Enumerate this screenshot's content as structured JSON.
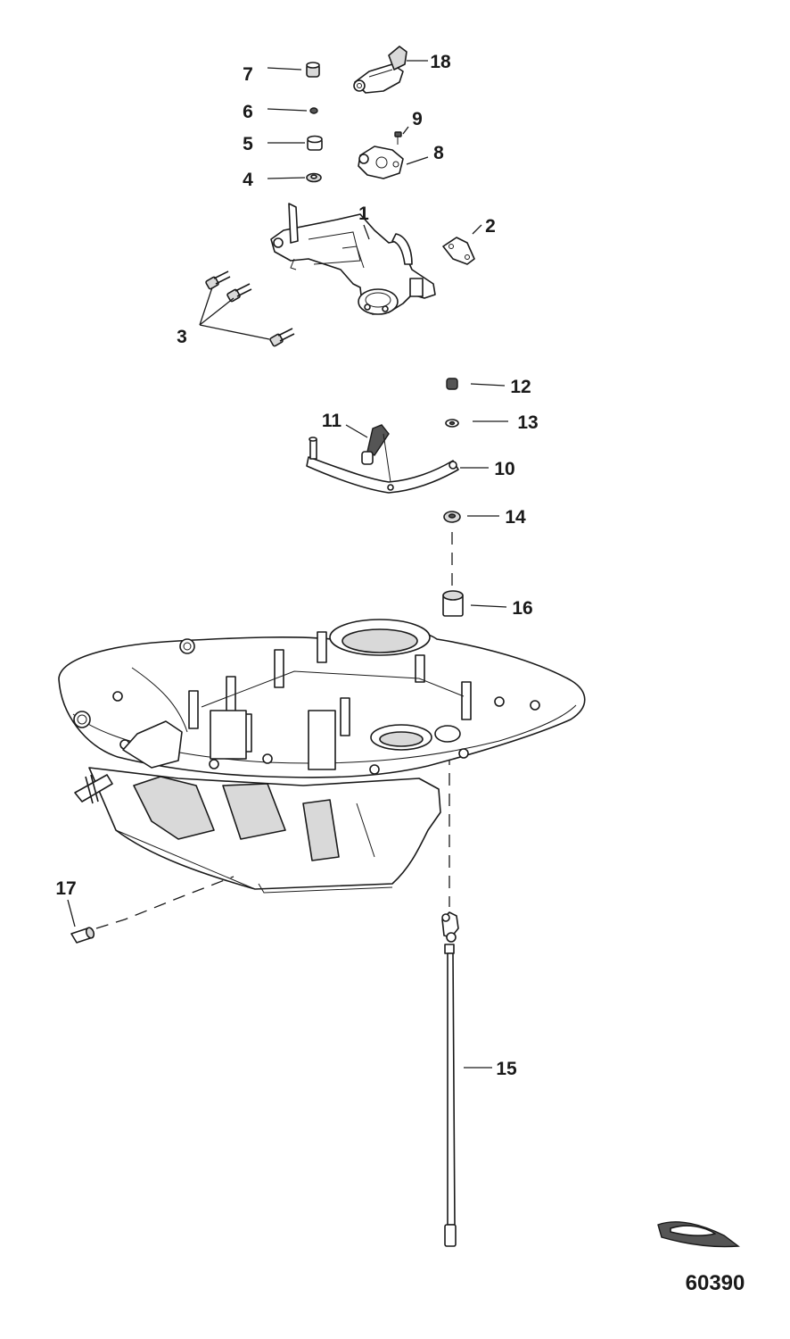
{
  "diagram": {
    "title": "Exploded parts view",
    "figure_id": "60390",
    "callouts": [
      {
        "id": "c1",
        "label": "1"
      },
      {
        "id": "c2",
        "label": "2"
      },
      {
        "id": "c3",
        "label": "3"
      },
      {
        "id": "c4",
        "label": "4"
      },
      {
        "id": "c5",
        "label": "5"
      },
      {
        "id": "c6",
        "label": "6"
      },
      {
        "id": "c7",
        "label": "7"
      },
      {
        "id": "c8",
        "label": "8"
      },
      {
        "id": "c9",
        "label": "9"
      },
      {
        "id": "c10",
        "label": "10"
      },
      {
        "id": "c11",
        "label": "11"
      },
      {
        "id": "c12",
        "label": "12"
      },
      {
        "id": "c13",
        "label": "13"
      },
      {
        "id": "c14",
        "label": "14"
      },
      {
        "id": "c15",
        "label": "15"
      },
      {
        "id": "c16",
        "label": "16"
      },
      {
        "id": "c17",
        "label": "17"
      },
      {
        "id": "c18",
        "label": "18"
      }
    ],
    "colors": {
      "ink": "#1a1a1a",
      "paper": "#ffffff",
      "shade": "#d9d9d9"
    }
  }
}
